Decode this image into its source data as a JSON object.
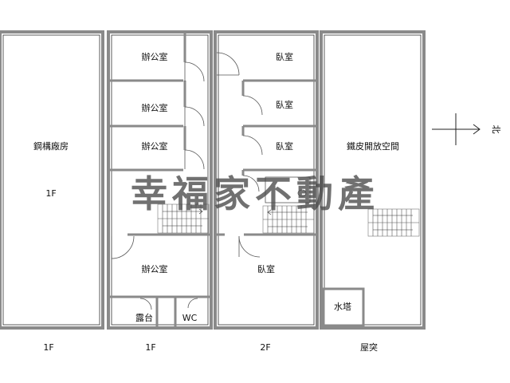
{
  "plans": {
    "p1": {
      "caption": "1F",
      "rooms": [
        {
          "label": "鋼構廠房"
        },
        {
          "label": "1F"
        }
      ]
    },
    "p2": {
      "caption": "1F",
      "rooms": [
        {
          "label": "辦公室"
        },
        {
          "label": "辦公室"
        },
        {
          "label": "辦公室"
        },
        {
          "label": "辦公室"
        },
        {
          "label": "露台"
        },
        {
          "label": "WC"
        }
      ]
    },
    "p3": {
      "caption": "2F",
      "rooms": [
        {
          "label": "臥室"
        },
        {
          "label": "臥室"
        },
        {
          "label": "臥室"
        },
        {
          "label": "臥室"
        }
      ]
    },
    "p4": {
      "caption": "屋突",
      "rooms": [
        {
          "label": "鐵皮開放空間"
        },
        {
          "label": "水塔"
        }
      ]
    }
  },
  "compass": {
    "label": "北"
  },
  "watermark": "幸福家不動產"
}
